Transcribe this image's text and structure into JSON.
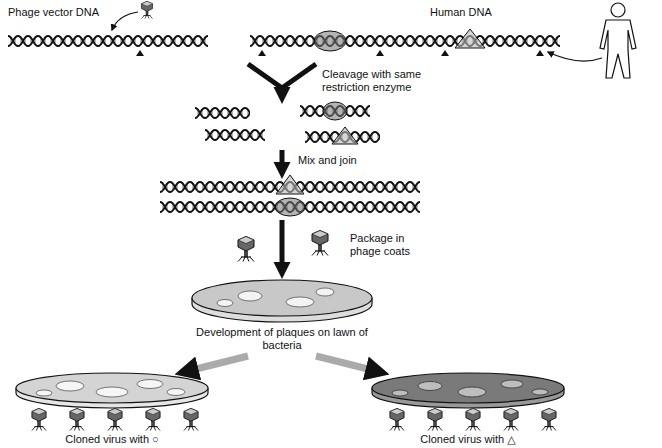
{
  "diagram": {
    "labels": [
      "Phage vector DNA",
      "Human DNA",
      "Cleavage with same restriction enzyme",
      "Mix and join",
      "Package in phage coats",
      "Development of plaques on lawn of bacteria",
      "Cloned virus with ○",
      "Cloned virus with △"
    ]
  }
}
